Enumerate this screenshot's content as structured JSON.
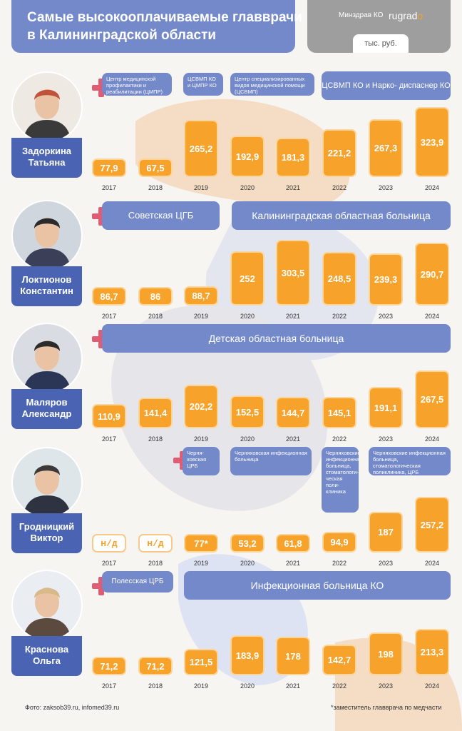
{
  "header": {
    "title_line1": "Самые высокооплачиваемые главврачи",
    "title_line2": "в Калининградской области"
  },
  "source": {
    "minzdrav": "Минздрав КО",
    "brand": "rugrad",
    "unit": "тыс. руб."
  },
  "colors": {
    "accent": "#f7a22b",
    "blue": "#7489c9",
    "name_bg": "#4a64b3"
  },
  "chart_data": [
    {
      "type": "bar",
      "person": {
        "first": "Задоркина",
        "last": "Татьяна"
      },
      "hospitals": [
        "Центр медицинской профилактики и реабилитации (ЦМПР)",
        "ЦСВМП КО и ЦМПР КО",
        "Центр специализированных видов медицинской помощи (ЦСВМП)",
        "ЦСВМП КО и Нарко- диспаснер КО"
      ],
      "categories": [
        "2017",
        "2018",
        "2019",
        "2020",
        "2021",
        "2022",
        "2023",
        "2024"
      ],
      "values": [
        77.9,
        67.5,
        265.2,
        192.9,
        181.3,
        221.2,
        267.3,
        323.9
      ],
      "labels": [
        "77,9",
        "67,5",
        "265,2",
        "192,9",
        "181,3",
        "221,2",
        "267,3",
        "323,9"
      ]
    },
    {
      "type": "bar",
      "person": {
        "first": "Локтионов",
        "last": "Константин"
      },
      "hospitals": [
        "Советская ЦГБ",
        "Калининградская областная больница"
      ],
      "categories": [
        "2017",
        "2018",
        "2019",
        "2020",
        "2021",
        "2022",
        "2023",
        "2024"
      ],
      "values": [
        86.7,
        86,
        88.7,
        252,
        303.5,
        248.5,
        239.3,
        290.7
      ],
      "labels": [
        "86,7",
        "86",
        "88,7",
        "252",
        "303,5",
        "248,5",
        "239,3",
        "290,7"
      ]
    },
    {
      "type": "bar",
      "person": {
        "first": "Маляров",
        "last": "Александр"
      },
      "hospitals": [
        "Детская областная больница"
      ],
      "categories": [
        "2017",
        "2018",
        "2019",
        "2020",
        "2021",
        "2022",
        "2023",
        "2024"
      ],
      "values": [
        110.9,
        141.4,
        202.2,
        152.5,
        144.7,
        145.1,
        191.1,
        267.5
      ],
      "labels": [
        "110,9",
        "141,4",
        "202,2",
        "152,5",
        "144,7",
        "145,1",
        "191,1",
        "267,5"
      ]
    },
    {
      "type": "bar",
      "person": {
        "first": "Гродницкий",
        "last": "Виктор"
      },
      "hospitals": [
        "Черня- ховская ЦРБ",
        "Черняховская инфекционная больница",
        "Черняховские инфекционная больница, стоматологи- ческая поли- клиника",
        "Черняховские инфекционная больница, стоматологическая поликлиника, ЦРБ"
      ],
      "categories": [
        "2017",
        "2018",
        "2019",
        "2020",
        "2021",
        "2022",
        "2023",
        "2024"
      ],
      "values": [
        null,
        null,
        77,
        53.2,
        61.8,
        94.9,
        187,
        257.2
      ],
      "labels": [
        "н/д",
        "н/д",
        "77*",
        "53,2",
        "61,8",
        "94,9",
        "187",
        "257,2"
      ]
    },
    {
      "type": "bar",
      "person": {
        "first": "Краснова",
        "last": "Ольга"
      },
      "hospitals": [
        "Полесская ЦРБ",
        "Инфекционная больница КО"
      ],
      "categories": [
        "2017",
        "2018",
        "2019",
        "2020",
        "2021",
        "2022",
        "2023",
        "2024"
      ],
      "values": [
        71.2,
        71.2,
        121.5,
        183.9,
        178,
        142.7,
        198,
        213.3
      ],
      "labels": [
        "71,2",
        "71,2",
        "121,5",
        "183,9",
        "178",
        "142,7",
        "198",
        "213,3"
      ]
    }
  ],
  "footer": {
    "photo_credit": "Фото: zaksob39.ru, infomed39.ru",
    "note": "*заместитель главврача по медчасти"
  }
}
